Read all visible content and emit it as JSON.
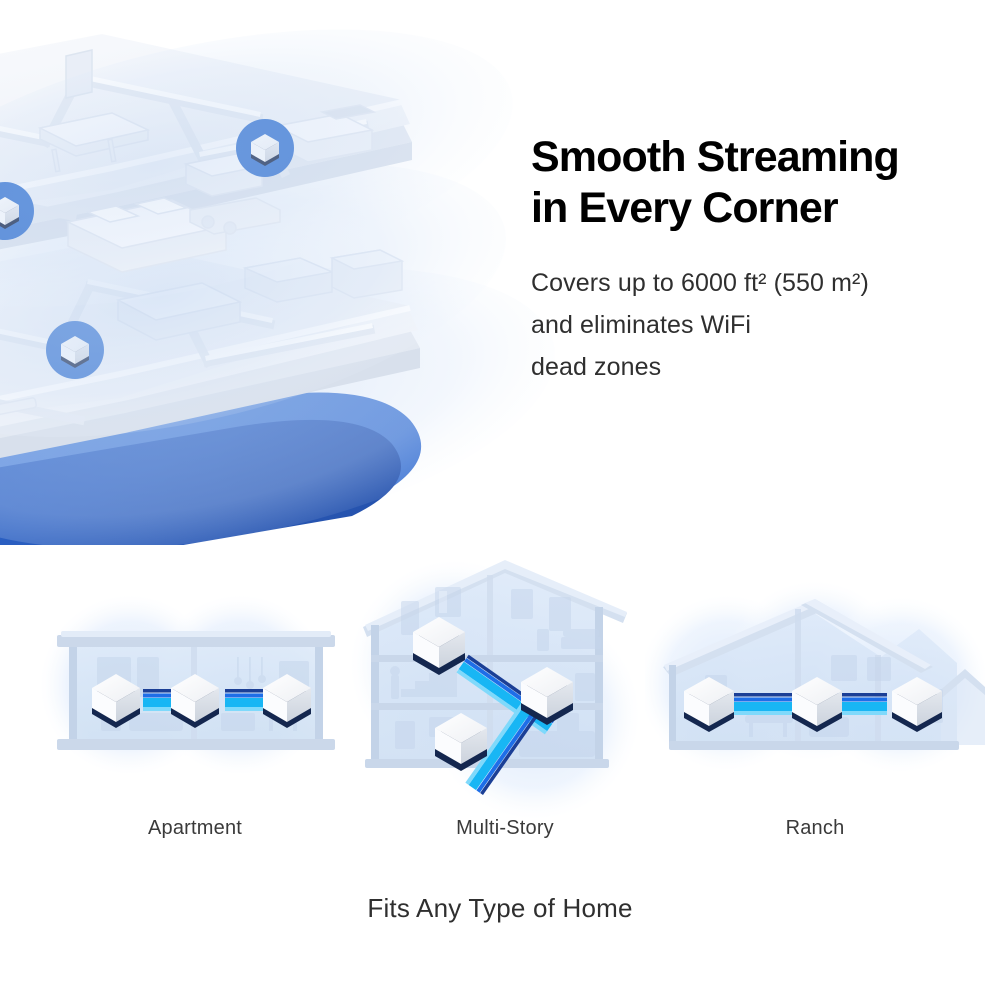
{
  "hero": {
    "title_line1": "Smooth Streaming",
    "title_line2": "in Every Corner",
    "sub_line1": "Covers up to 6000 ft² (550 m²)",
    "sub_line2": "and eliminates WiFi",
    "sub_line3": "dead zones",
    "illustration": "two-story-isometric-floor-plan-with-mesh-coverage",
    "node_count": 3
  },
  "home_types": {
    "caption": "Fits Any Type of Home",
    "items": [
      {
        "label": "Apartment",
        "illustration": "apartment-building-cutaway",
        "nodes": 3
      },
      {
        "label": "Multi-Story",
        "illustration": "multi-story-house-cutaway",
        "nodes": 3
      },
      {
        "label": "Ranch",
        "illustration": "ranch-house-cutaway",
        "nodes": 3
      }
    ]
  },
  "colors": {
    "badge_blue": "#2f6fd0",
    "slab_blue": "#2a5fc0",
    "beam_navy": "#1b3f96",
    "beam_blue": "#1e6ee8",
    "beam_cyan": "#18b6f4",
    "glow_blue": "#e8f0fc",
    "house_wall": "#cfdcee",
    "house_fill": "#dbe7f7",
    "text_dark": "#2f2f2f",
    "title_black": "#000000"
  }
}
